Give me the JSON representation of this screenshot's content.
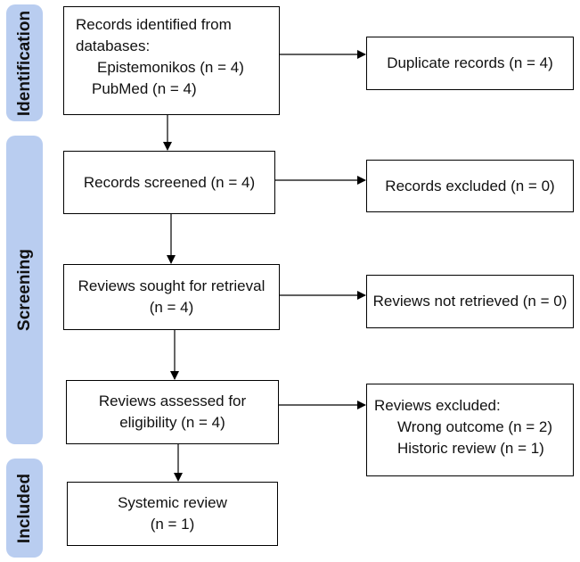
{
  "phases": {
    "identification": "Identification",
    "screening": "Screening",
    "included": "Included"
  },
  "boxes": {
    "records_identified": {
      "title_line1": "Records identified from",
      "title_line2": "databases:",
      "sources": [
        "Epistemonikos (n = 4)",
        "PubMed (n = 4)"
      ]
    },
    "duplicate_records": "Duplicate records (n = 4)",
    "records_screened": "Records screened (n = 4)",
    "records_excluded": "Records excluded (n = 0)",
    "reviews_sought": {
      "line1": "Reviews sought for retrieval",
      "line2": "(n = 4)"
    },
    "reviews_not_retrieved": "Reviews not retrieved (n = 0)",
    "reviews_assessed": {
      "line1": "Reviews assessed for",
      "line2": "eligibility (n = 4)"
    },
    "reviews_excluded": {
      "title": "Reviews excluded:",
      "reasons": [
        "Wrong outcome (n = 2)",
        "Historic review (n = 1)"
      ]
    },
    "systemic_review": {
      "line1": "Systemic review",
      "line2": "(n = 1)"
    }
  }
}
